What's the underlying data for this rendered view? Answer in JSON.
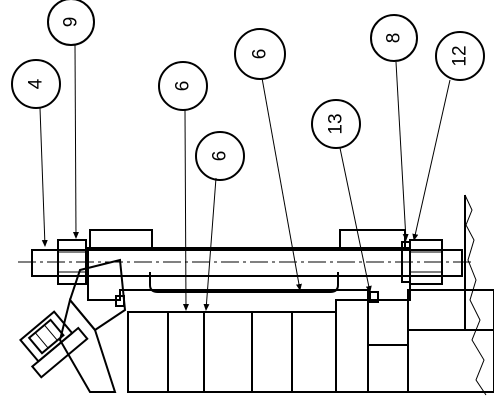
{
  "callouts": [
    {
      "id": "c4",
      "label": "4"
    },
    {
      "id": "c9",
      "label": "9"
    },
    {
      "id": "c6a",
      "label": "6"
    },
    {
      "id": "c6b",
      "label": "6"
    },
    {
      "id": "c6c",
      "label": "6"
    },
    {
      "id": "c13",
      "label": "13"
    },
    {
      "id": "c8",
      "label": "8"
    },
    {
      "id": "c12",
      "label": "12"
    }
  ]
}
